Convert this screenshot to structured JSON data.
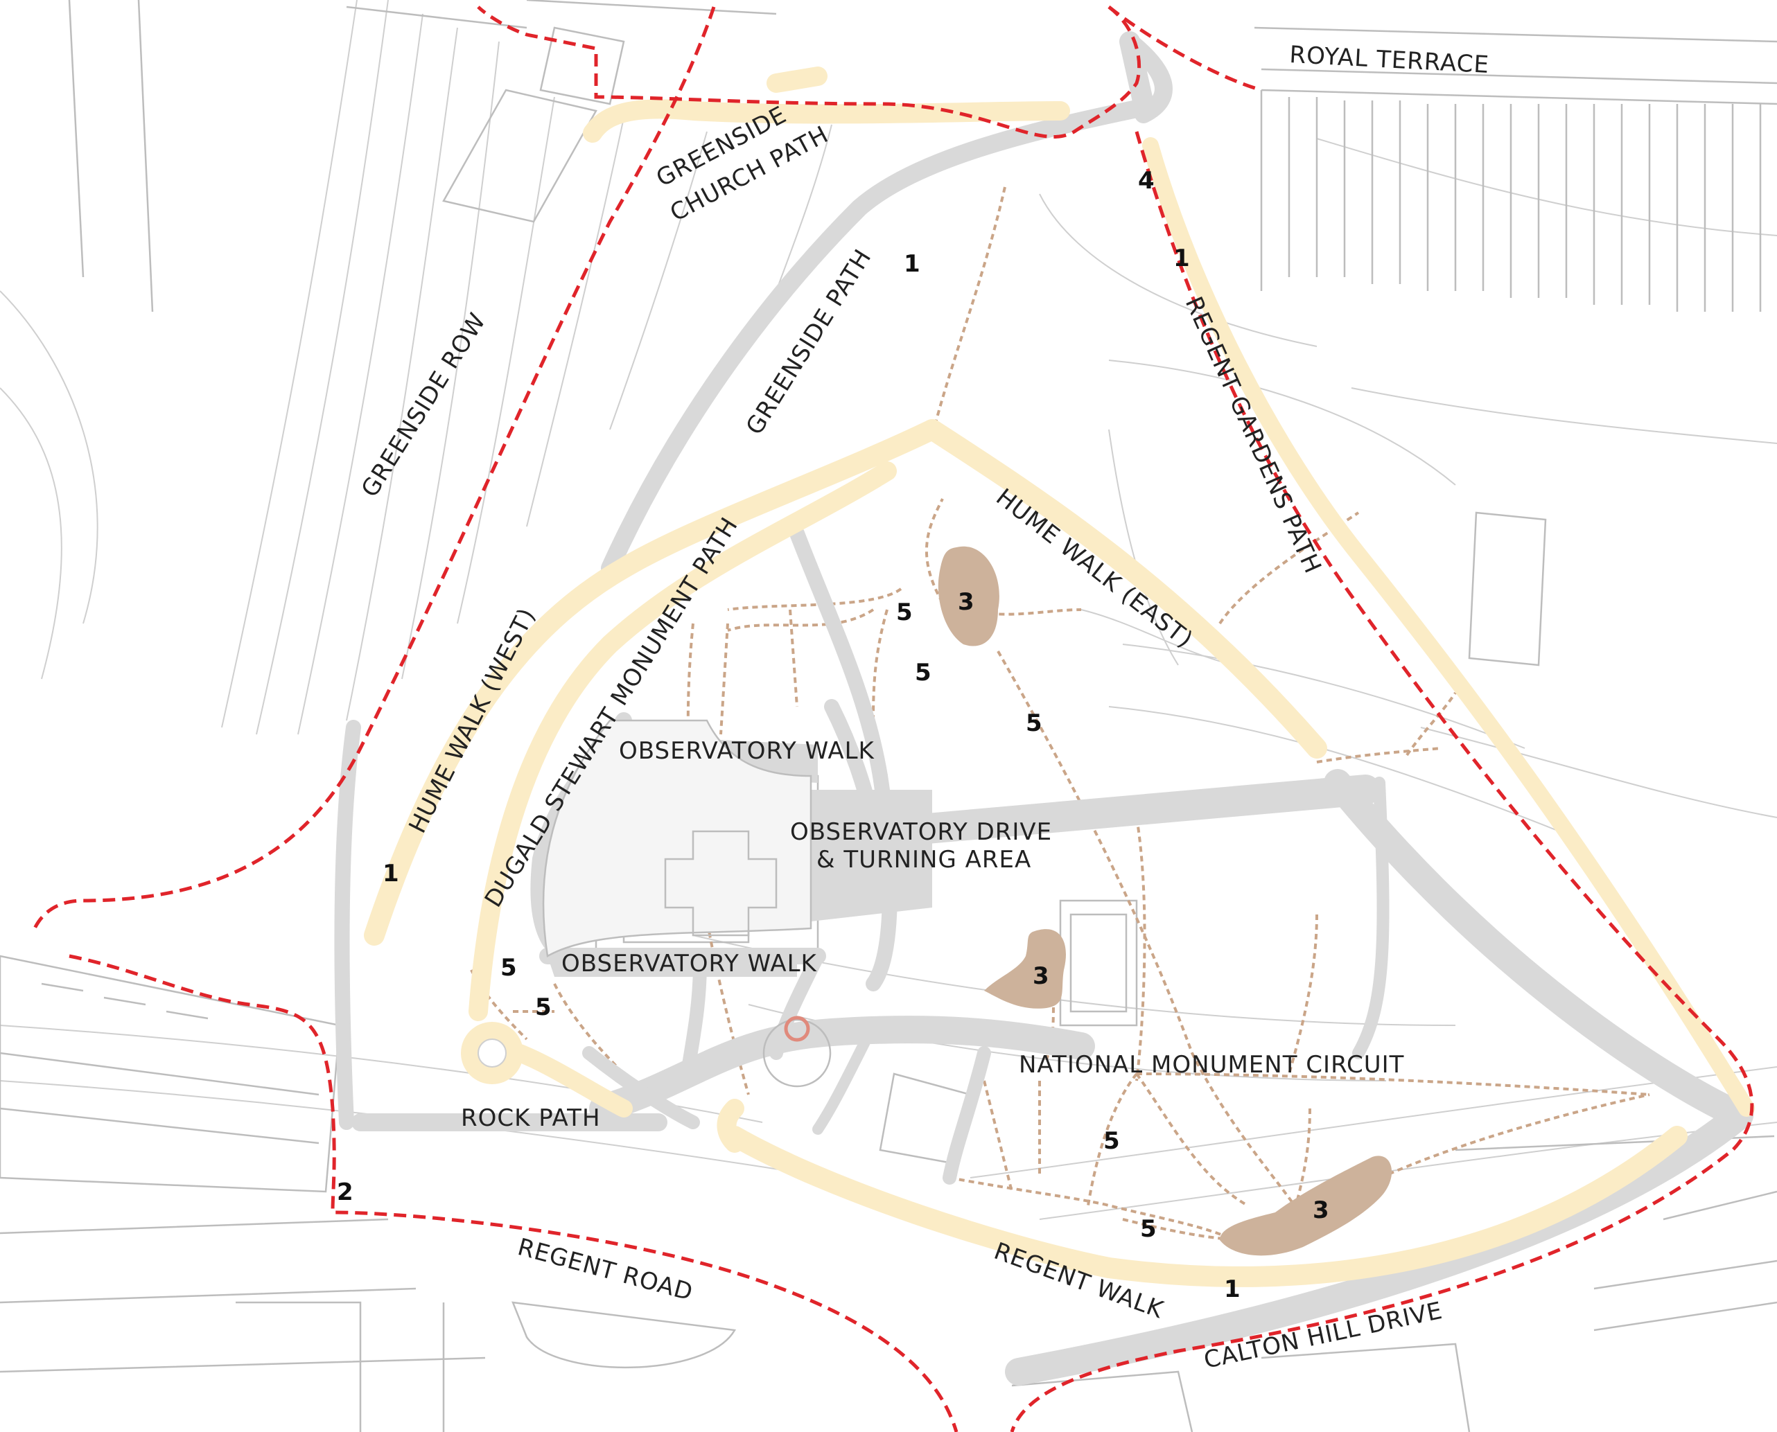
{
  "map": {
    "streets": {
      "royal_terrace": "ROYAL TERRACE",
      "greenside_row": "GREENSIDE ROW",
      "regent_road": "REGENT ROAD",
      "calton_hill_drive": "CALTON HILL DRIVE"
    },
    "paths": {
      "greenside_church_path_line1": "GREENSIDE",
      "greenside_church_path_line2": "CHURCH PATH",
      "greenside_path": "GREENSIDE PATH",
      "regent_gardens_path": "REGENT GARDENS PATH",
      "hume_walk_east": "HUME WALK (EAST)",
      "hume_walk_west": "HUME WALK (WEST)",
      "dugald_stewart_monument_path": "DUGALD STEWART MONUMENT PATH",
      "observatory_walk_north": "OBSERVATORY WALK",
      "observatory_walk_south": "OBSERVATORY WALK",
      "observatory_drive_line1": "OBSERVATORY DRIVE",
      "observatory_drive_line2": "& TURNING AREA",
      "national_monument_circuit": "NATIONAL MONUMENT CIRCUIT",
      "rock_path": "ROCK PATH",
      "regent_walk": "REGENT WALK"
    },
    "markers": [
      {
        "id": "m-greenside-path",
        "label": "1"
      },
      {
        "id": "m-regent-gardens-4",
        "label": "4"
      },
      {
        "id": "m-regent-gardens-1",
        "label": "1"
      },
      {
        "id": "m-hume-west",
        "label": "1"
      },
      {
        "id": "m-regent-walk",
        "label": "1"
      },
      {
        "id": "m-rock-path",
        "label": "2"
      },
      {
        "id": "m-area-north",
        "label": "3"
      },
      {
        "id": "m-area-center",
        "label": "3"
      },
      {
        "id": "m-area-south",
        "label": "3"
      },
      {
        "id": "m-5-a",
        "label": "5"
      },
      {
        "id": "m-5-b",
        "label": "5"
      },
      {
        "id": "m-5-c",
        "label": "5"
      },
      {
        "id": "m-5-d",
        "label": "5"
      },
      {
        "id": "m-5-e",
        "label": "5"
      },
      {
        "id": "m-5-f",
        "label": "5"
      },
      {
        "id": "m-5-g",
        "label": "5"
      }
    ],
    "colors": {
      "boundary": "#e0242a",
      "paved_path": "#d9d9d9",
      "proposed_path": "#fbecc6",
      "informal_path": "#caa588",
      "worn_area": "#cdb29b"
    }
  }
}
